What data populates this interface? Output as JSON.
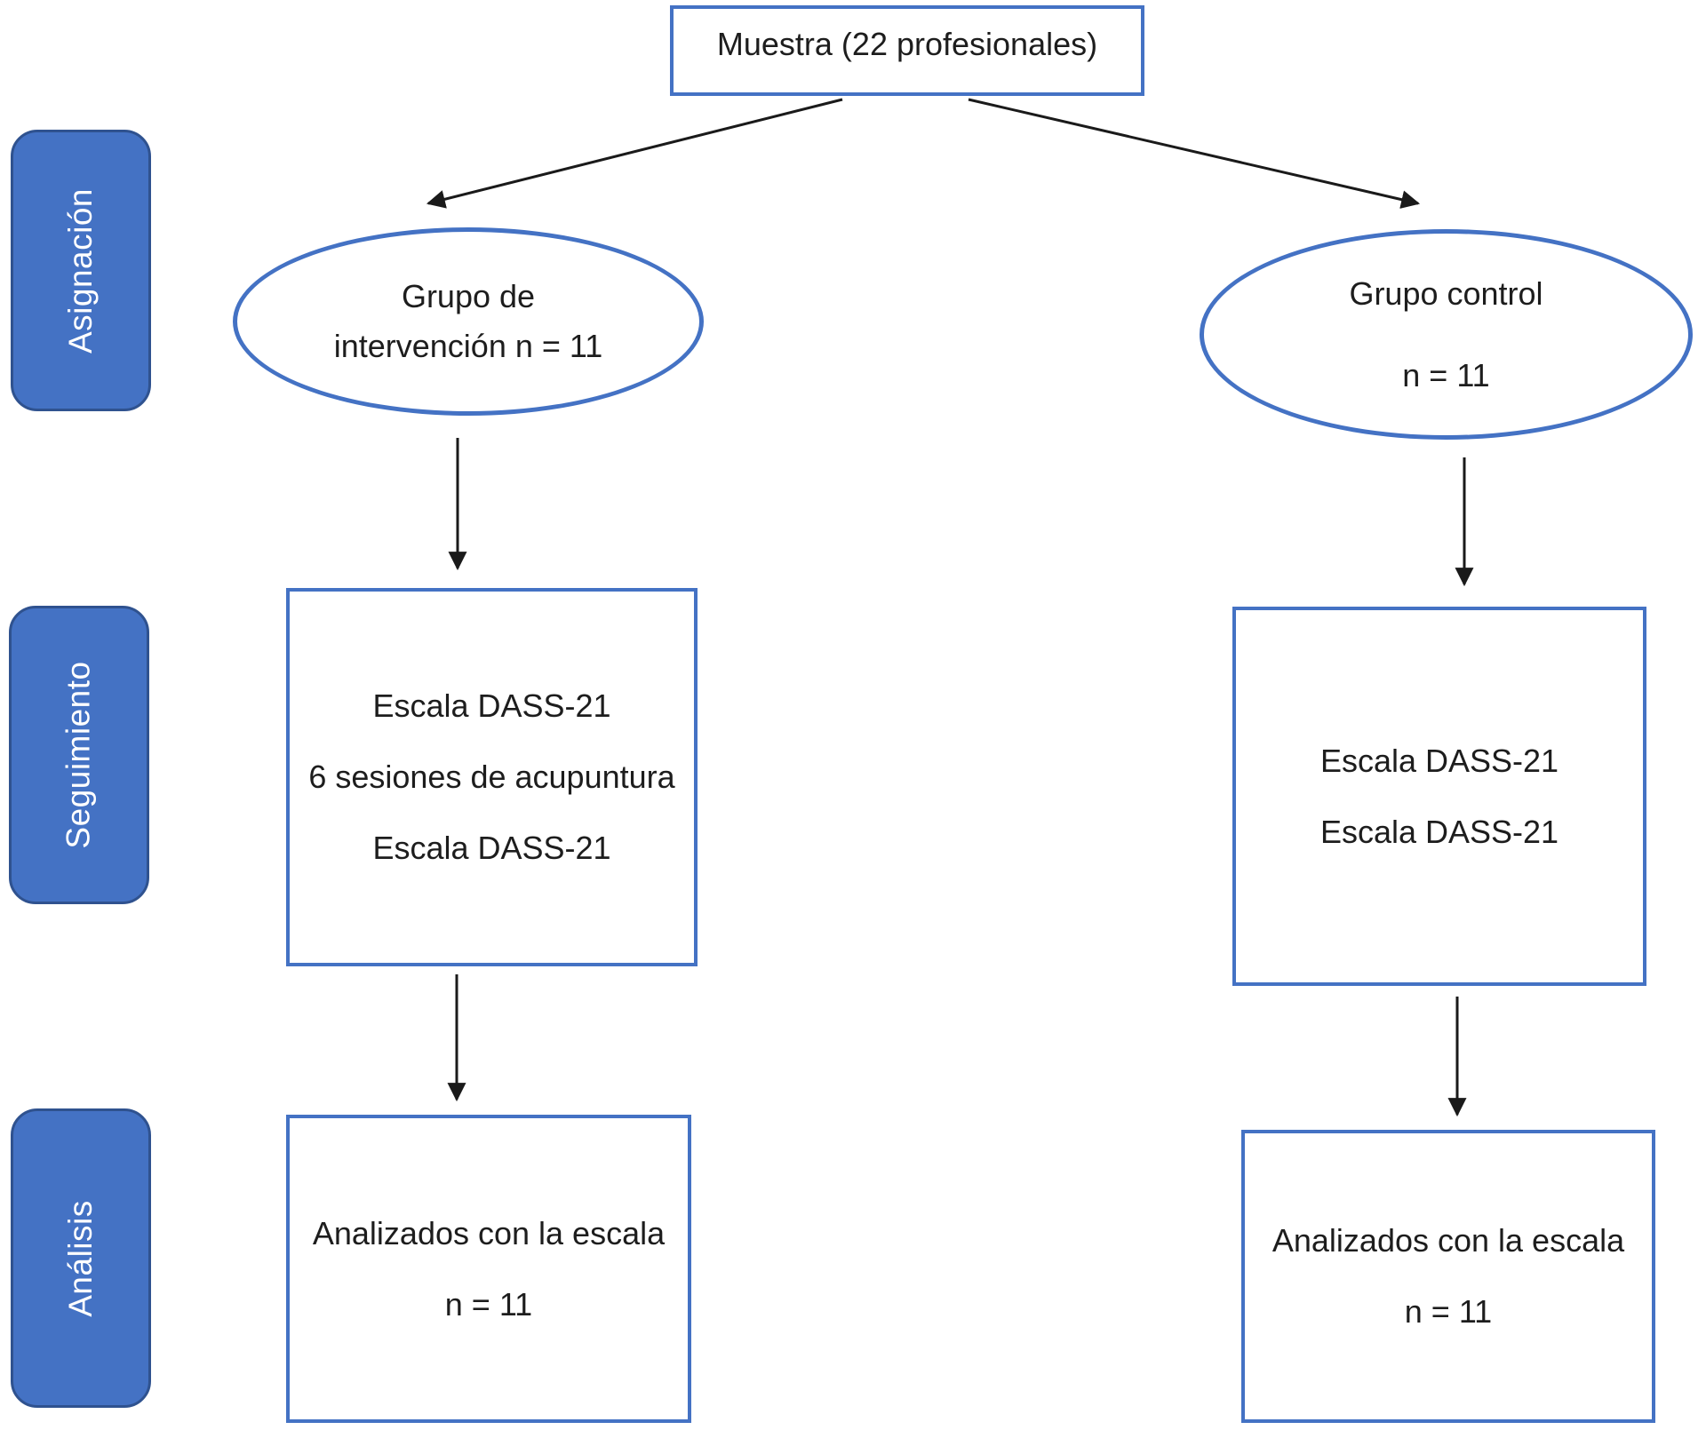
{
  "colors": {
    "shape_border": "#4472C4",
    "stage_fill": "#4472C4",
    "stage_border": "#2F528F",
    "arrow": "#1A1A1A",
    "text": "#1D1D1D",
    "background": "#FFFFFF"
  },
  "stages": {
    "asignacion": "Asignación",
    "seguimiento": "Seguimiento",
    "analisis": "Análisis"
  },
  "top_box": {
    "label": "Muestra (22 profesionales)"
  },
  "assignment": {
    "intervention": {
      "line1": "Grupo de",
      "line2": "intervención n = 11"
    },
    "control": {
      "line1": "Grupo control",
      "line2": "n = 11"
    }
  },
  "followup": {
    "intervention": {
      "lines": [
        "Escala DASS-21",
        "6 sesiones de acupuntura",
        "Escala DASS-21"
      ]
    },
    "control": {
      "lines": [
        "Escala DASS-21",
        "Escala DASS-21"
      ]
    }
  },
  "analysis": {
    "intervention": {
      "line1": "Analizados con la escala",
      "line2": "n = 11"
    },
    "control": {
      "line1": "Analizados con la escala",
      "line2": "n = 11"
    }
  }
}
